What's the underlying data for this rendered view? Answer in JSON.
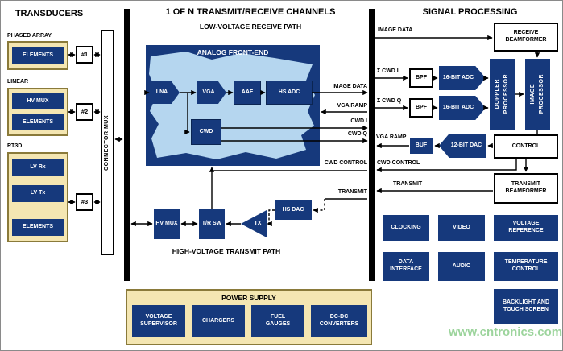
{
  "watermark": "www.cntronics.com",
  "colors": {
    "navy": "#16397C",
    "tan_fill": "#F4E6B2",
    "tan_border": "#8a7a3a",
    "light_blue": "#B5D6EF",
    "watermark": "#9CD49C"
  },
  "transducers": {
    "title": "TRANSDUCERS",
    "connector_mux": "CONNECTOR MUX",
    "groups": [
      {
        "label": "PHASED ARRAY",
        "port": "#1",
        "blocks": [
          "ELEMENTS"
        ]
      },
      {
        "label": "LINEAR",
        "port": "#2",
        "blocks": [
          "HV MUX",
          "ELEMENTS"
        ]
      },
      {
        "label": "RT3D",
        "port": "#3",
        "blocks": [
          "LV Rx",
          "LV Tx",
          "ELEMENTS"
        ]
      }
    ]
  },
  "channel": {
    "title": "1 OF N TRANSMIT/RECEIVE CHANNELS",
    "receive_label": "LOW-VOLTAGE RECEIVE PATH",
    "transmit_label": "HIGH-VOLTAGE TRANSMIT PATH",
    "afe": {
      "title": "ANALOG FRONT-END",
      "lna": "LNA",
      "vga": "VGA",
      "aaf": "AAF",
      "hs_adc": "HS ADC",
      "cwd": "CWD"
    },
    "labels": {
      "image_data": "IMAGE DATA",
      "vga_ramp": "VGA RAMP",
      "cwd_i": "CWD I",
      "cwd_q": "CWD Q",
      "cwd_control": "CWD CONTROL",
      "transmit": "TRANSMIT"
    },
    "tx_path": {
      "hs_dac": "HS DAC",
      "tx": "TX",
      "tr_sw": "T/R SW",
      "hv_mux": "HV MUX"
    }
  },
  "processing": {
    "title": "SIGNAL PROCESSING",
    "labels": {
      "image_data": "IMAGE DATA",
      "cwd_i": "Σ CWD I",
      "cwd_q": "Σ CWD Q",
      "vga_ramp": "VGA RAMP",
      "cwd_control": "CWD CONTROL",
      "transmit": "TRANSMIT"
    },
    "blocks": {
      "receive_beamformer": "RECEIVE BEAMFORMER",
      "bpf1": "BPF",
      "bpf2": "BPF",
      "adc1": "16-BIT ADC",
      "adc2": "16-BIT ADC",
      "doppler_l1": "DOPPLER",
      "doppler_l2": "PROCESSOR",
      "image_l1": "IMAGE",
      "image_l2": "PROCESSOR",
      "buf": "BUF",
      "dac": "12-BIT DAC",
      "control": "CONTROL",
      "transmit_beamformer": "TRANSMIT BEAMFORMER",
      "clocking": "CLOCKING",
      "video": "VIDEO",
      "voltage_reference": "VOLTAGE REFERENCE",
      "data_interface": "DATA INTERFACE",
      "audio": "AUDIO",
      "temperature_control": "TEMPERATURE CONTROL",
      "backlight": "BACKLIGHT AND TOUCH SCREEN"
    }
  },
  "power": {
    "title": "POWER SUPPLY",
    "blocks": [
      "VOLTAGE SUPERVISOR",
      "CHARGERS",
      "FUEL GAUGES",
      "DC-DC CONVERTERS"
    ]
  }
}
